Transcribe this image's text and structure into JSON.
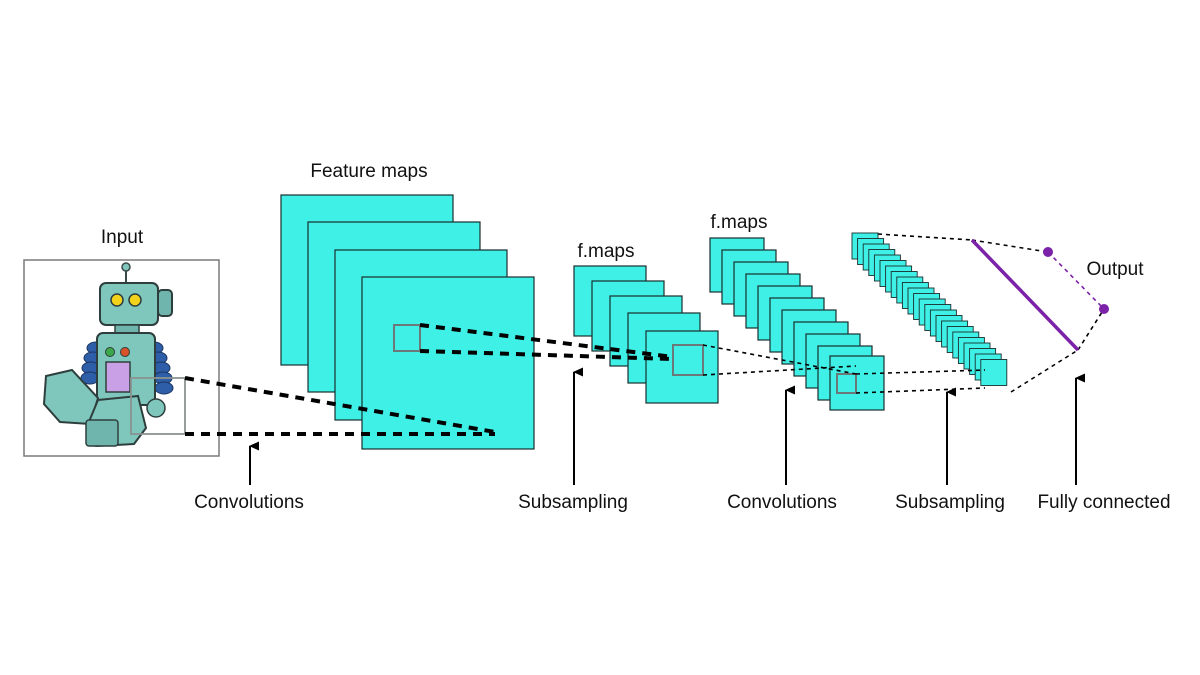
{
  "labels": {
    "input": "Input",
    "feature_maps": "Feature maps",
    "fmaps_1": "f.maps",
    "fmaps_2": "f.maps",
    "output": "Output",
    "convolutions_1": "Convolutions",
    "subsampling_1": "Subsampling",
    "convolutions_2": "Convolutions",
    "subsampling_2": "Subsampling",
    "fully_connected": "Fully connected"
  },
  "colors": {
    "feature_map_fill": "#3ff0e6",
    "output_line": "#7b22a8",
    "robot_body": "#7fc6bd",
    "robot_arm": "#2f5ea8",
    "robot_eye": "#f2d21a",
    "robot_chest": "#c9a0e6"
  },
  "icons": {
    "input_image": "robot-image"
  }
}
